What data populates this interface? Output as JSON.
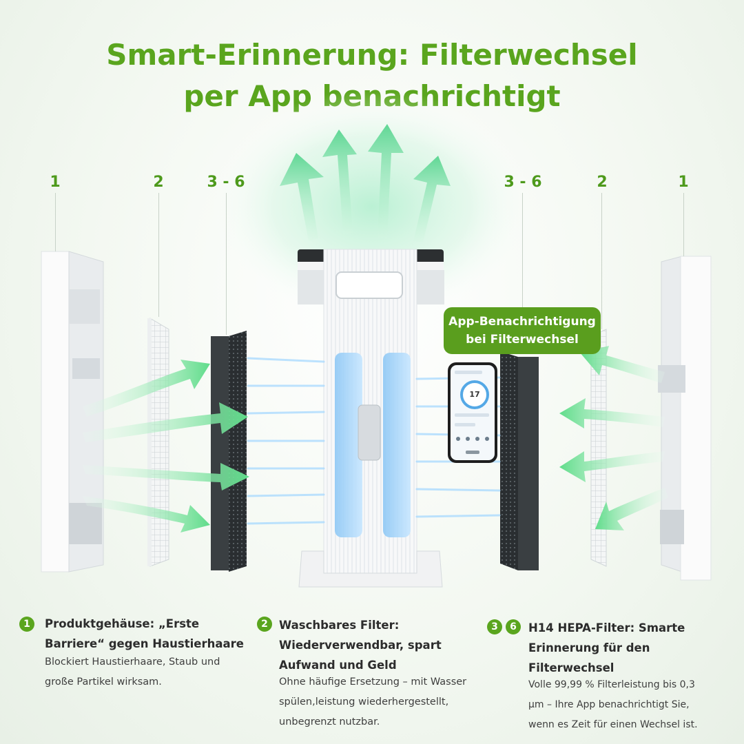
{
  "headline": {
    "line1": "Smart-Erinnerung: Filterwechsel",
    "line2": "per App benachrichtigt"
  },
  "layer_labels": {
    "left_1": "1",
    "left_2": "2",
    "left_3": "3 - 6",
    "right_3": "3 - 6",
    "right_2": "2",
    "right_1": "1"
  },
  "callout": {
    "line1": "App-Benachrichtigung",
    "line2": "bei Filterwechsel"
  },
  "phone": {
    "reading": "17"
  },
  "features": [
    {
      "badges": [
        "1"
      ],
      "title": [
        "Produktgehäuse: „Erste",
        "Barriere“ gegen Haustierhaare"
      ],
      "desc": [
        "Blockiert Haustierhaare, Staub und",
        "große Partikel wirksam."
      ]
    },
    {
      "badges": [
        "2"
      ],
      "title": [
        "Waschbares Filter:",
        "Wiederverwendbar, spart",
        "Aufwand und Geld"
      ],
      "desc": [
        "Ohne häufige Ersetzung – mit Wasser",
        "spülen,leistung wiederhergestellt,",
        "unbegrenzt nutzbar."
      ]
    },
    {
      "badges": [
        "3",
        "6"
      ],
      "title": [
        "H14 HEPA-Filter: Smarte",
        "Erinnerung für den",
        "Filterwechsel"
      ],
      "desc": [
        "Volle 99,99 % Filterleistung bis 0,3",
        "µm – Ihre App benachrichtigt Sie,",
        "wenn es Zeit für einen Wechsel ist."
      ]
    }
  ],
  "colors": {
    "brand_green": "#5aa51e",
    "airflow_green": "#7fe39a",
    "airflow_blue": "#9fd4ff"
  }
}
